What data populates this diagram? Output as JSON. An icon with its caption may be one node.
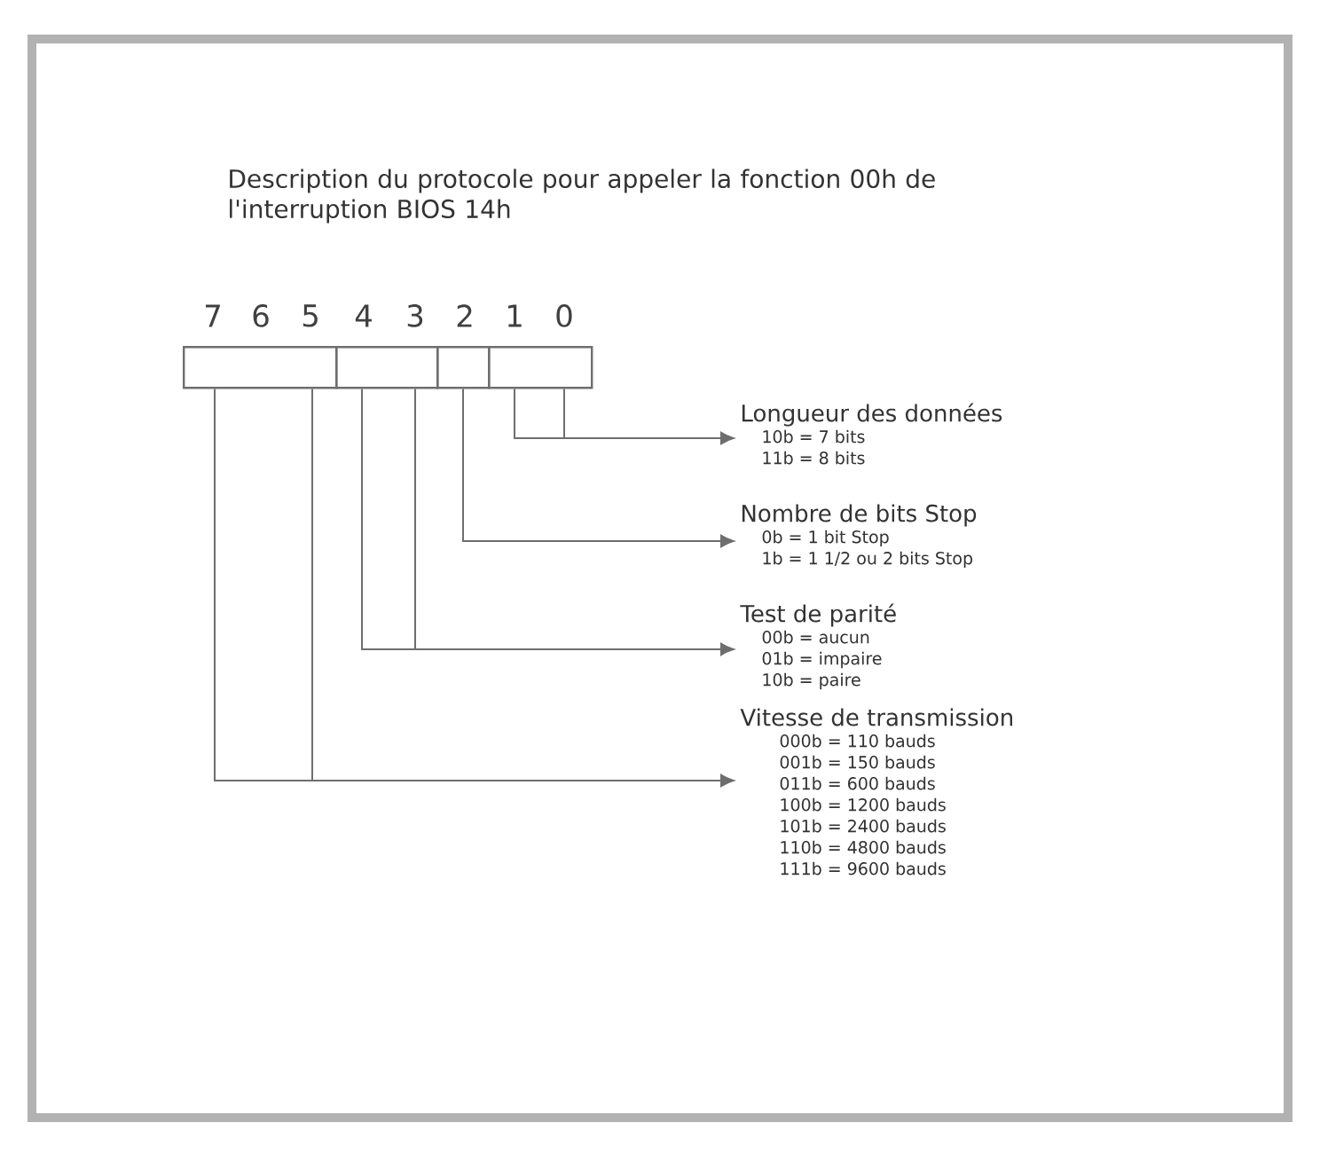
{
  "diagram": {
    "title": "Description du protocole pour appeler la fonction 00h de l'interruption BIOS 14h",
    "nodes": [
      {
        "text": [],
        "shape": "box"
      },
      {
        "text": [],
        "shape": "box"
      },
      {
        "text": [],
        "shape": "box"
      },
      {
        "text": [],
        "shape": "box"
      },
      {
        "text": [
          "Longueur des données",
          "10b = 7 bits",
          "11b = 8 bits"
        ]
      },
      {
        "text": [
          "Nombre de bits Stop",
          "0b = 1 bit Stop",
          "1b = 1 1/2 ou 2 bits Stop"
        ]
      },
      {
        "text": [
          "Test de parité",
          "00b = aucun",
          "01b = impaire",
          "10b = paire"
        ]
      },
      {
        "text": [
          "Vitesse de transmission",
          "000b = 110 bauds",
          "001b = 150 bauds",
          "011b = 600 bauds",
          "100b = 1200 bauds",
          "101b = 2400 bauds",
          "110b = 4800 bauds",
          "111b = 9600 bauds"
        ]
      }
    ],
    "edges": [
      {
        "from": 3,
        "to": 4,
        "arrow": "to"
      },
      {
        "from": 2,
        "to": 5,
        "arrow": "to"
      },
      {
        "from": 1,
        "to": 6,
        "arrow": "to"
      },
      {
        "from": 0,
        "to": 7,
        "arrow": "to"
      }
    ],
    "labels": [
      "7",
      "6",
      "5",
      "4",
      "3",
      "2",
      "1",
      "0"
    ]
  }
}
